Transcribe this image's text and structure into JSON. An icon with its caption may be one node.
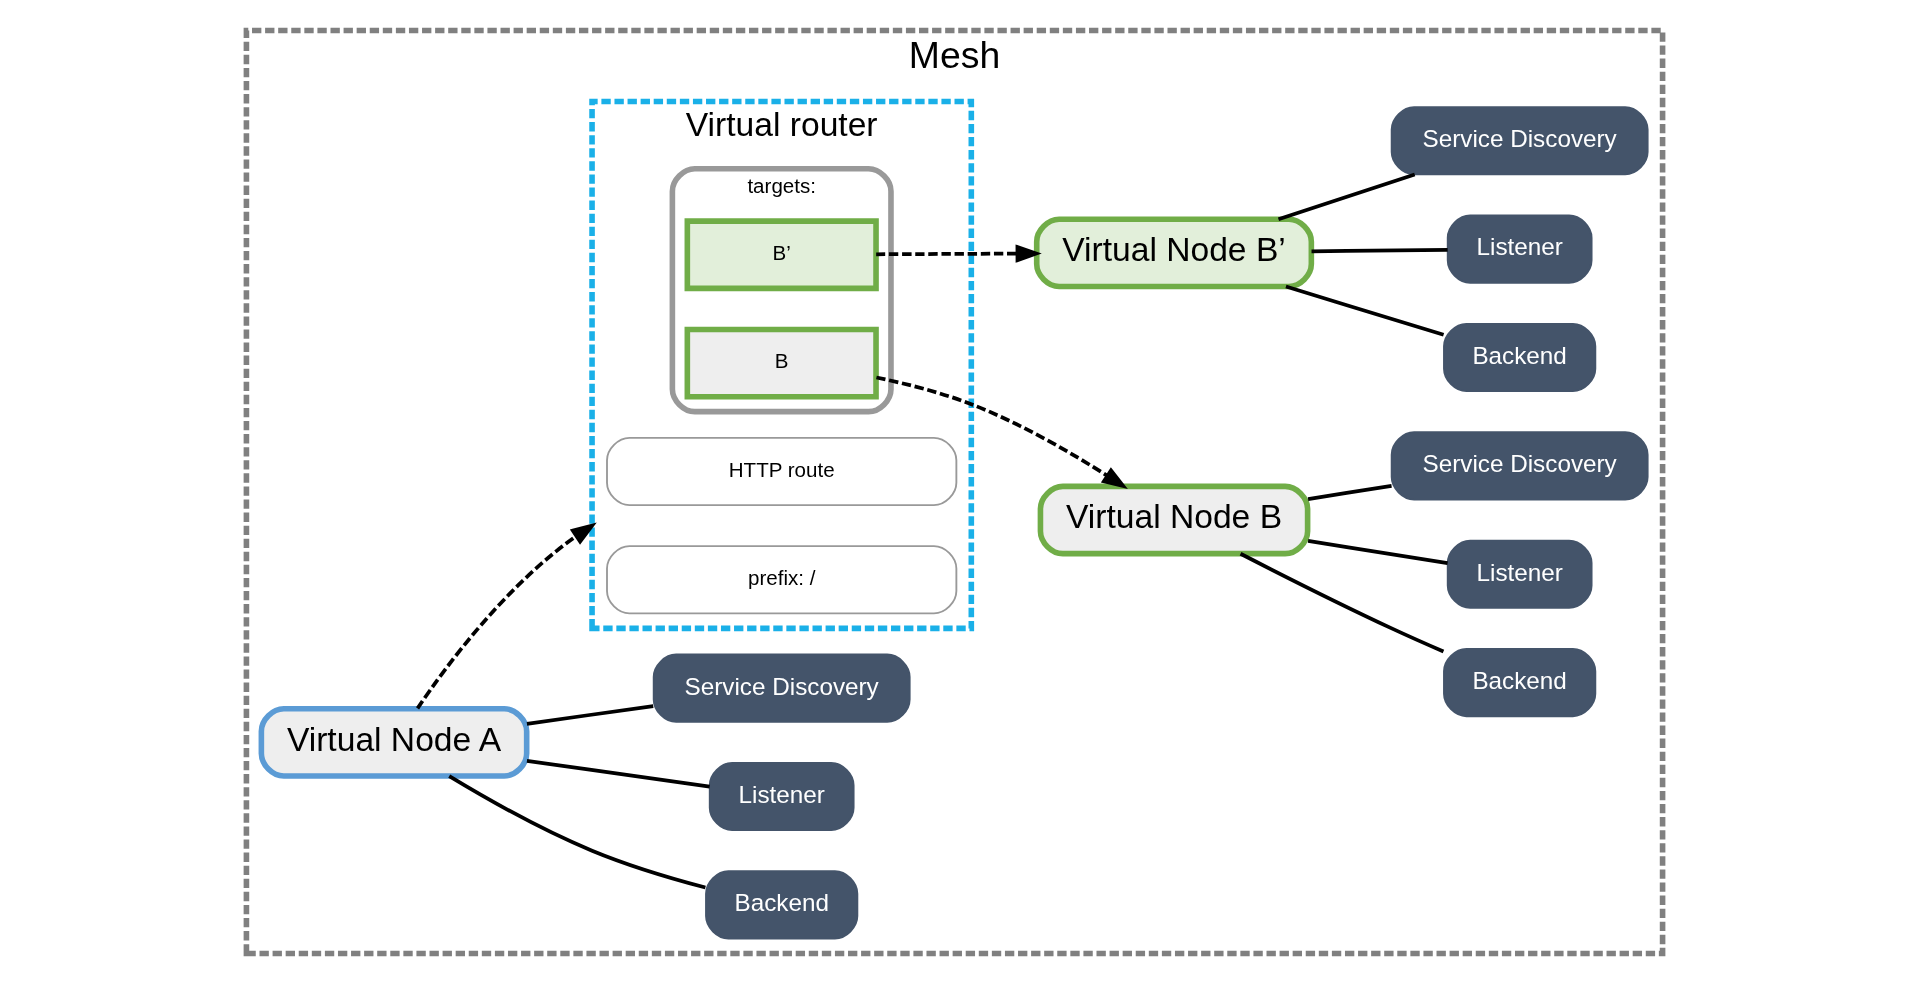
{
  "diagram": {
    "nodes": [
      {
        "text": [
          "Mesh"
        ]
      },
      {
        "text": [
          "Virtual Node A"
        ],
        "in": 0
      },
      {
        "text": [
          "Backend"
        ],
        "in": 0
      },
      {
        "text": [
          "Listener"
        ],
        "in": 0
      },
      {
        "text": [
          "Service Discovery"
        ],
        "in": 0
      },
      {
        "text": [
          "Virtual router"
        ],
        "in": 0
      },
      {
        "text": [
          "HTTP route"
        ],
        "in": 5
      },
      {
        "text": [
          "prefix: /"
        ],
        "in": 5
      },
      {
        "text": [
          "targets:"
        ],
        "in": 5
      },
      {
        "text": [
          "B"
        ],
        "in": 8
      },
      {
        "text": [
          "B’"
        ],
        "in": 8
      },
      {
        "text": [
          "Backend"
        ],
        "in": 0
      },
      {
        "text": [
          "Listener"
        ],
        "in": 0
      },
      {
        "text": [
          "Service Discovery"
        ],
        "in": 0
      },
      {
        "text": [
          "Virtual Node B"
        ],
        "in": 0
      },
      {
        "text": [
          "Virtual Node B’"
        ],
        "in": 0
      },
      {
        "text": [
          "Backend"
        ],
        "in": 0
      },
      {
        "text": [
          "Listener"
        ],
        "in": 0
      },
      {
        "text": [
          "Service Discovery"
        ],
        "in": 0
      }
    ],
    "edges": [
      {
        "from": 1,
        "to": 2,
        "arrow": "none"
      },
      {
        "from": 1,
        "to": 3,
        "arrow": "none"
      },
      {
        "from": 1,
        "to": 4,
        "arrow": "none"
      },
      {
        "from": 1,
        "to": 5,
        "arrow": "to",
        "style": "dashed"
      },
      {
        "from": 9,
        "to": 14,
        "arrow": "to",
        "style": "dashed"
      },
      {
        "from": 10,
        "to": 15,
        "arrow": "to",
        "style": "dashed"
      },
      {
        "from": 14,
        "to": 11,
        "arrow": "none"
      },
      {
        "from": 14,
        "to": 12,
        "arrow": "none"
      },
      {
        "from": 14,
        "to": 13,
        "arrow": "none"
      },
      {
        "from": 15,
        "to": 16,
        "arrow": "none"
      },
      {
        "from": 15,
        "to": 17,
        "arrow": "none"
      },
      {
        "from": 15,
        "to": 18,
        "arrow": "none"
      }
    ]
  }
}
